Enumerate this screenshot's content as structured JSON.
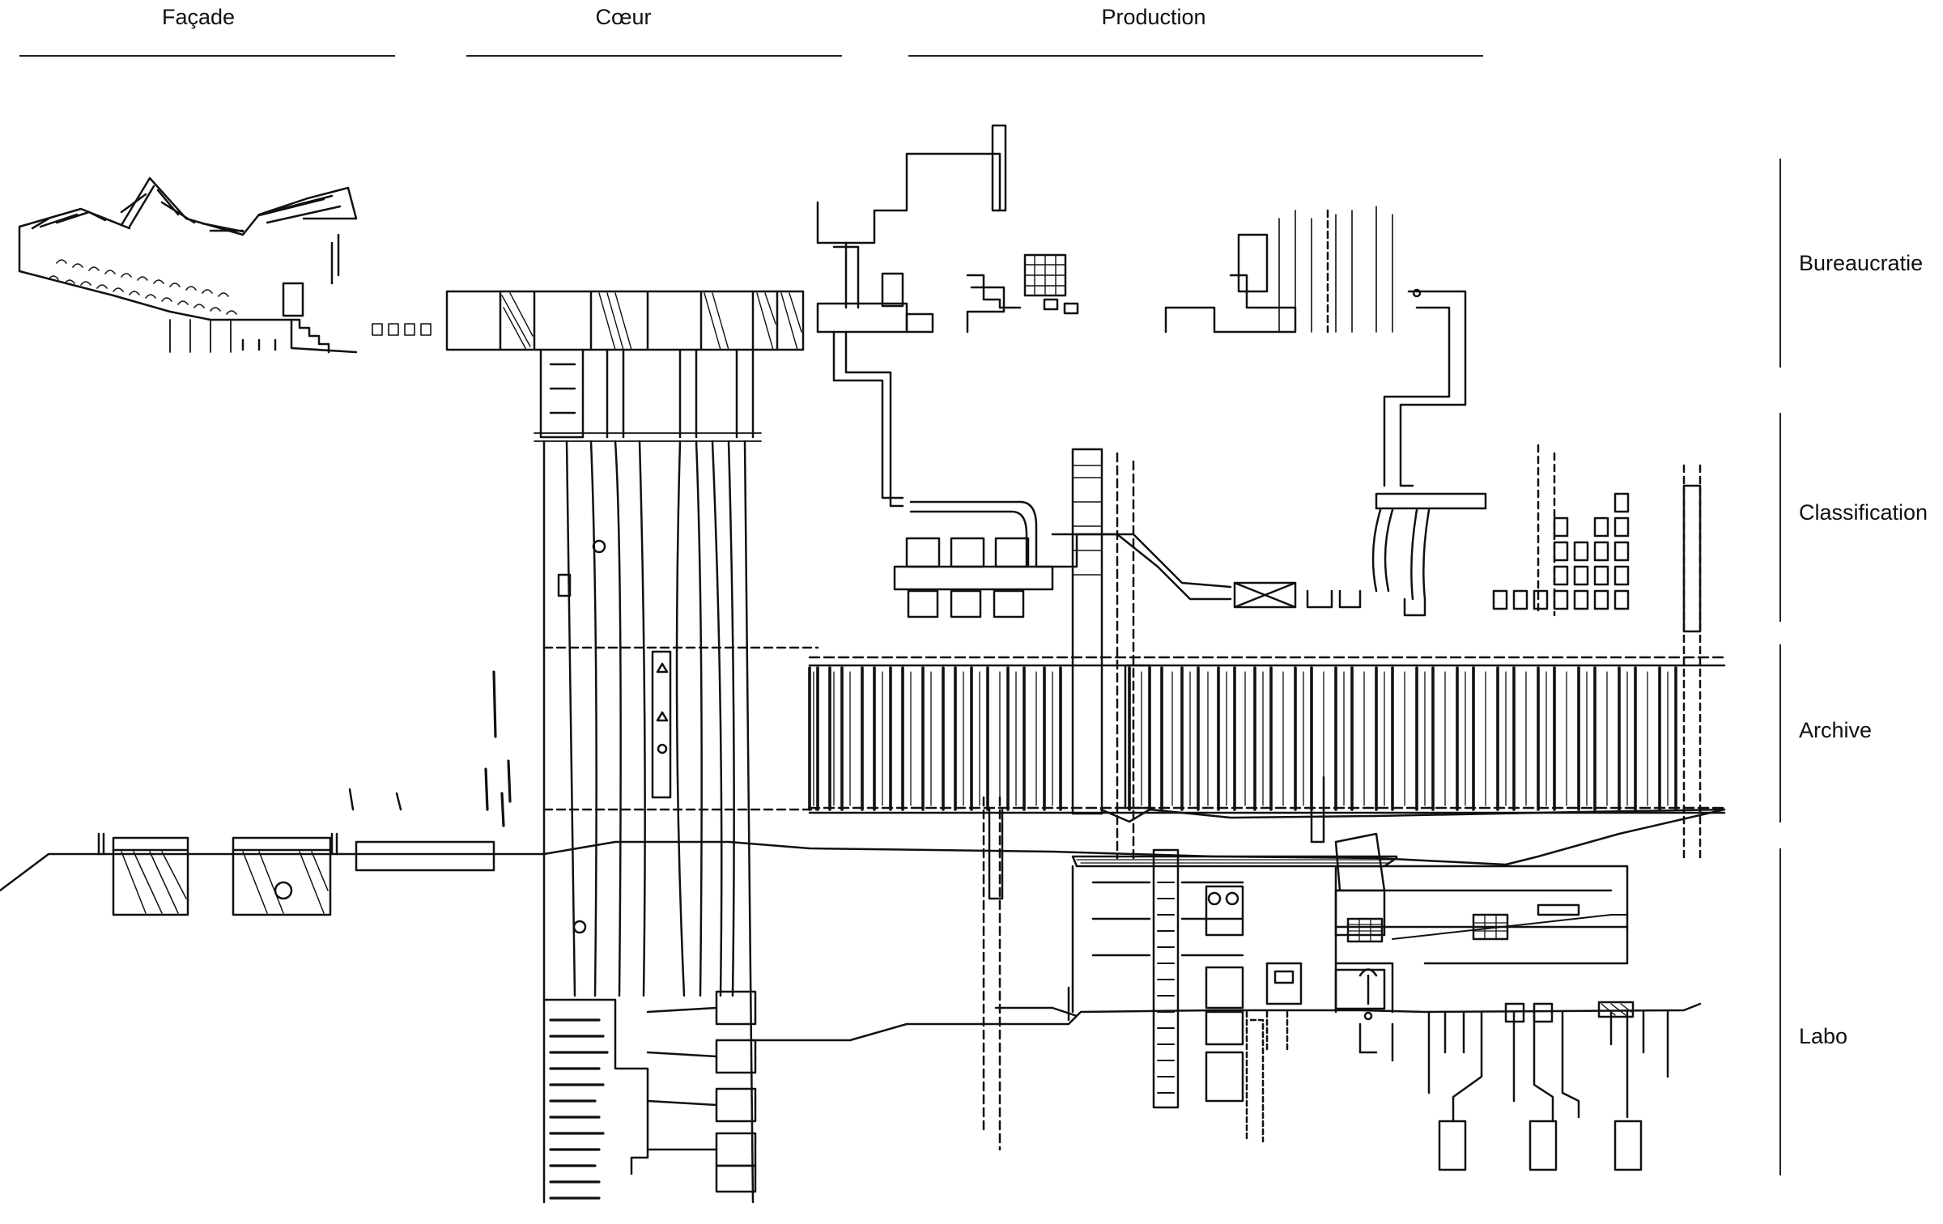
{
  "columns": [
    {
      "label": "Façade"
    },
    {
      "label": "Cœur"
    },
    {
      "label": "Production"
    }
  ],
  "rows": [
    {
      "label": "Bureaucratie"
    },
    {
      "label": "Classification"
    },
    {
      "label": "Archive"
    },
    {
      "label": "Labo"
    }
  ],
  "ink_color": "#111111"
}
